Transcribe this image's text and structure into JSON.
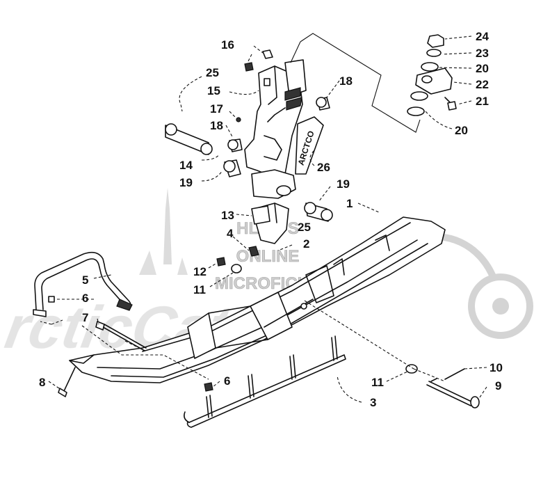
{
  "watermark": {
    "line1": "HLSM'S",
    "line2": "ONLINE",
    "line3": "MICROFICHE",
    "logo": "Arctic Cat"
  },
  "callouts": {
    "c1": "1",
    "c2": "2",
    "c3": "3",
    "c4": "4",
    "c5": "5",
    "c6a": "6",
    "c6b": "6",
    "c7": "7",
    "c8": "8",
    "c9": "9",
    "c10": "10",
    "c11a": "11",
    "c11b": "11",
    "c12": "12",
    "c13": "13",
    "c14": "14",
    "c15": "15",
    "c16": "16",
    "c17": "17",
    "c18a": "18",
    "c18b": "18",
    "c19a": "19",
    "c19b": "19",
    "c20a": "20",
    "c20b": "20",
    "c21": "21",
    "c22": "22",
    "c23": "23",
    "c24": "24",
    "c25a": "25",
    "c25b": "25",
    "c26": "26"
  },
  "spindle_decal": "ARCTCO",
  "colors": {
    "ink": "#111111",
    "watermark": "#c9c9c9"
  }
}
